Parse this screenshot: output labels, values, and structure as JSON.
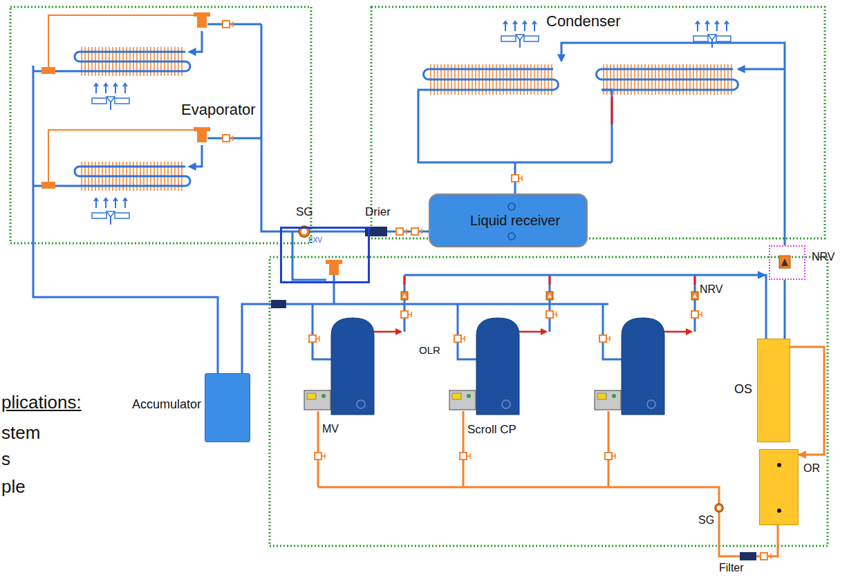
{
  "diagram": {
    "nodes": [
      {
        "text": [
          "Liquid receiver"
        ]
      },
      {
        "text": [
          "EXV"
        ]
      },
      {
        "text": [
          "NRV"
        ]
      },
      {
        "text": [
          "OS"
        ]
      },
      {
        "text": [
          "OR"
        ]
      },
      {
        "text": [
          "Accumulator"
        ]
      }
    ],
    "edges": [
      {
        "from": 3,
        "to": 2,
        "arrow": "none"
      },
      {
        "from": 3,
        "to": 4,
        "arrow": "to"
      }
    ],
    "labels": [
      "Evaporator",
      "Condenser",
      "SG",
      "Drier",
      "NRV",
      "OLR",
      "MV",
      "Scroll CP",
      "SG",
      "Filter",
      "plications:",
      "stem",
      "s",
      "ple"
    ]
  }
}
